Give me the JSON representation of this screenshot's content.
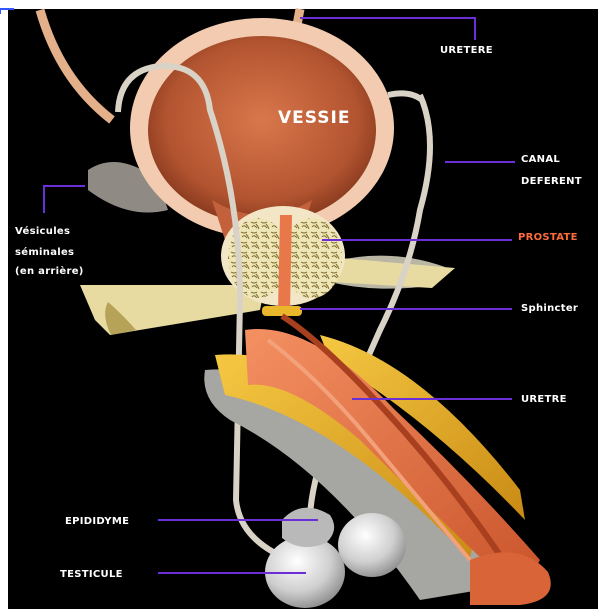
{
  "diagram": {
    "colors": {
      "background": "#000000",
      "leader": "#6a2fd6",
      "prostate_label": "#ff6a3d",
      "bladder": "#c2613b",
      "urethra": "#e8774a",
      "corpus": "#e9b62c",
      "duct": "#d9d2c6"
    },
    "labels": {
      "vessie": "VESSIE",
      "uretere": "URETERE",
      "canal_1": "CANAL",
      "canal_2": "DEFERENT",
      "prostate": "PROSTATE",
      "sphincter": "Sphincter",
      "uretre": "URETRE",
      "epididyme": "EPIDIDYME",
      "testicule": "TESTICULE",
      "vesicules_1": "Vésicules",
      "vesicules_2": "séminales",
      "vesicules_3": "(en arrière)"
    }
  }
}
